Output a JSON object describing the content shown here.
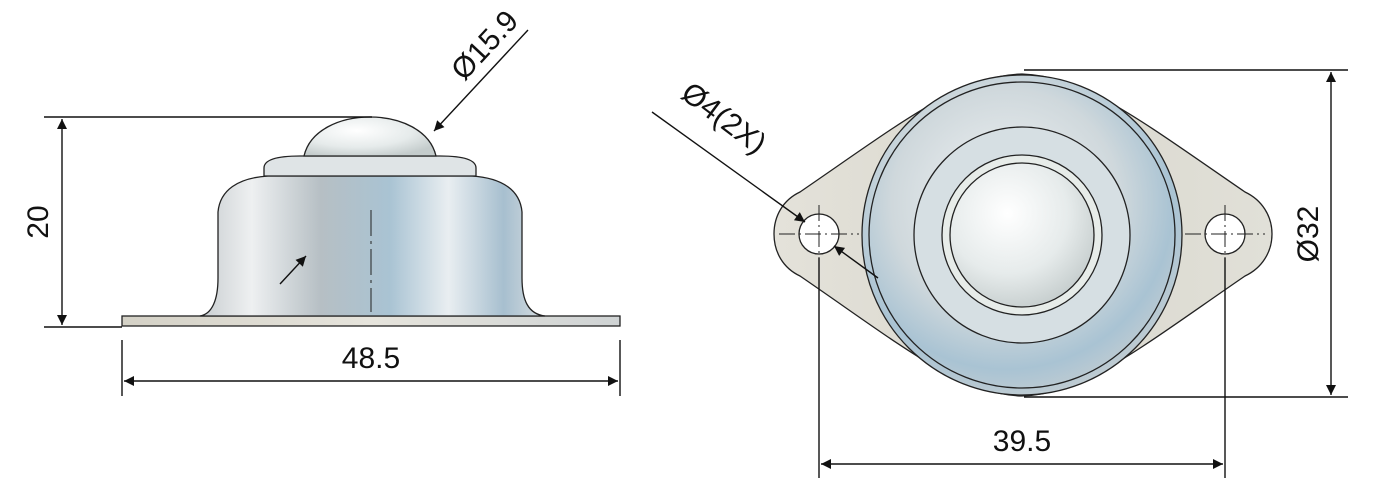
{
  "side_view": {
    "height_label": "20",
    "width_label": "48.5",
    "ball_diameter_label": "Ø15.9"
  },
  "top_view": {
    "hole_label": "Ø4(2X)",
    "diameter_label": "Ø32",
    "hole_spacing_label": "39.5"
  },
  "colors": {
    "line": "#111111",
    "steel_light": "#e8ecee",
    "steel_mid": "#b9c3c8",
    "steel_blue": "#a9c3d3",
    "plate": "#dcd9cf"
  }
}
